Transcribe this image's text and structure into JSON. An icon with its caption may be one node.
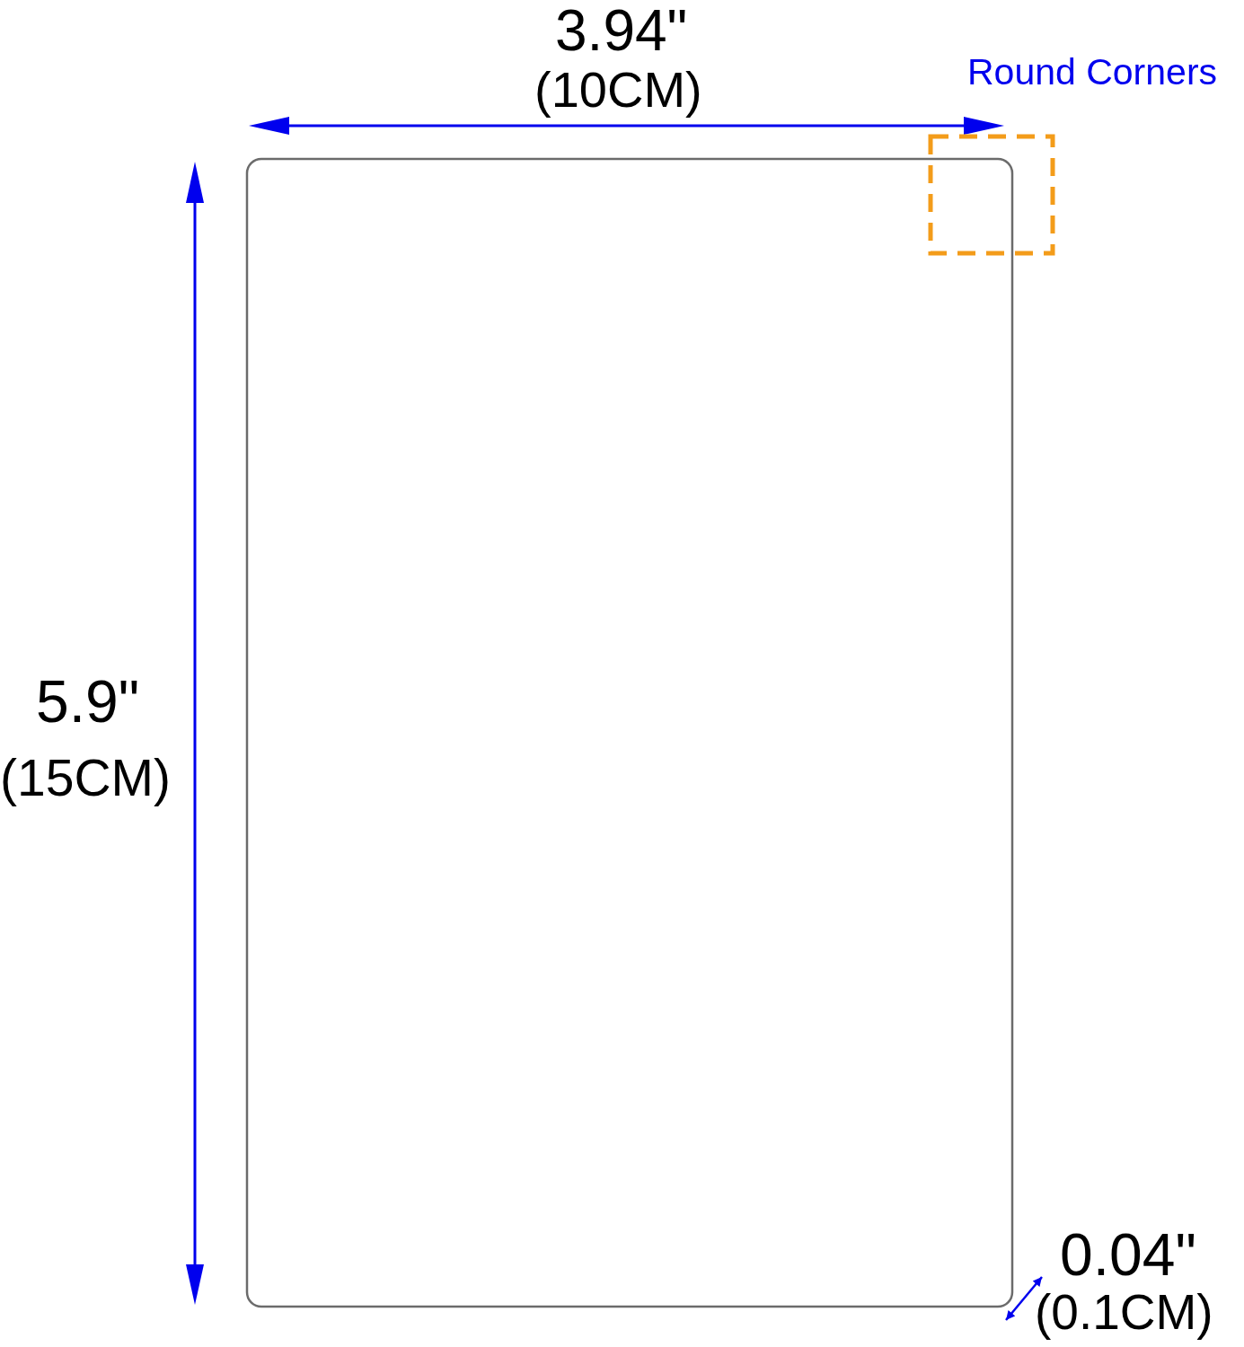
{
  "diagram": {
    "labels": [
      "3.94\"",
      "(10CM)",
      "Round Corners",
      "5.9\"",
      "(15CM)",
      "0.04\"",
      "(0.1CM)"
    ]
  }
}
